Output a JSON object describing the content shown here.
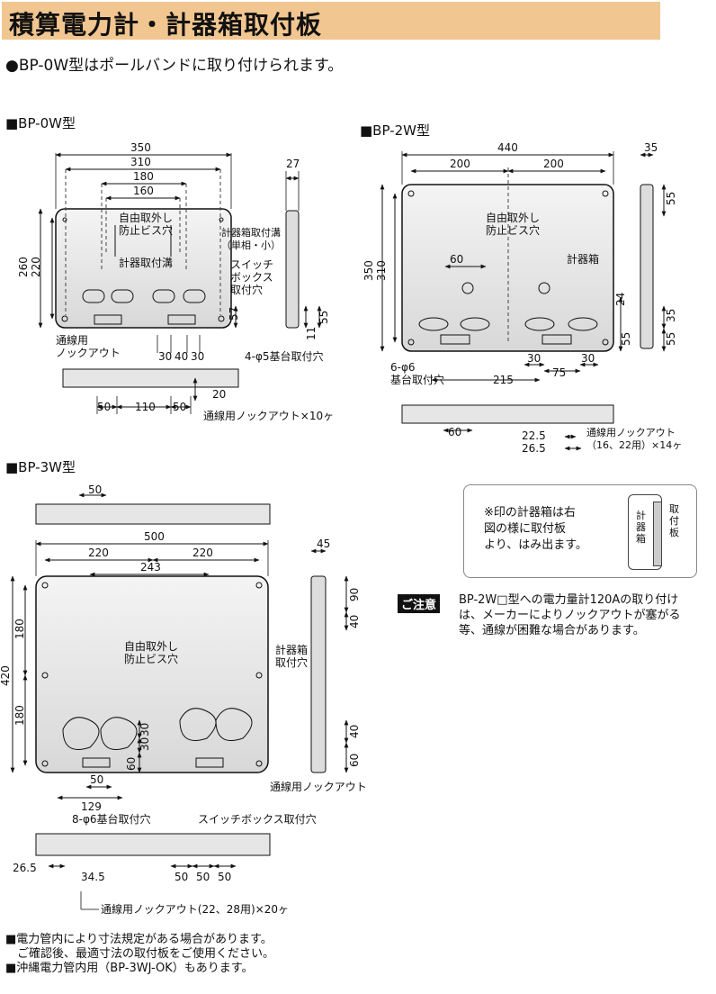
{
  "title": "積算電力計・計器箱取付板",
  "subtitle": "●BP-0W型はポールバンドに取り付けられます。",
  "models": {
    "bp0w": {
      "header": "■BP-0W型",
      "dims": {
        "w350": "350",
        "w310": "310",
        "w180": "180",
        "w160": "160",
        "d27": "27",
        "h260": "260",
        "h220": "220",
        "h57": "57",
        "d11": "11",
        "d55": "55",
        "b30a": "30",
        "b40": "40",
        "b30b": "30",
        "k50a": "50",
        "k110": "110",
        "k50b": "50",
        "k20": "20"
      },
      "labels": {
        "free_screw": "自由取外し\n防止ビス穴",
        "meter_hole": "計器箱取付溝\n（単相・小）",
        "meter_slot": "計器取付溝",
        "switch_box": "スイッチ\nボックス\n取付穴",
        "knockout": "通線用\nノックアウト",
        "base_hole": "4-φ5基台取付穴",
        "knockout10": "通線用ノックアウト×10ヶ"
      }
    },
    "bp2w": {
      "header": "■BP-2W型",
      "dims": {
        "w440": "440",
        "w200a": "200",
        "w200b": "200",
        "d35": "35",
        "h350": "350",
        "h310": "310",
        "d55a": "55",
        "k60": "60",
        "d24": "24",
        "d55b": "55",
        "d35b": "35",
        "d55c": "55",
        "b30a": "30",
        "b75": "75",
        "b30b": "30",
        "b215": "215",
        "k60b": "60",
        "k225": "22.5",
        "k265": "26.5"
      },
      "labels": {
        "free_screw": "自由取外し\n防止ビス穴",
        "meter_box": "計器箱",
        "base_hole": "6-φ6\n基台取付穴",
        "knockout14": "通線用ノックアウト\n（16、22用）×14ヶ"
      }
    },
    "bp3w": {
      "header": "■BP-3W型",
      "dims": {
        "t50": "50",
        "w500": "500",
        "w220a": "220",
        "w243": "243",
        "w220b": "220",
        "d45": "45",
        "h420": "420",
        "h180a": "180",
        "h180b": "180",
        "d90": "90",
        "d40a": "40",
        "d40b": "40",
        "d60": "60",
        "s30a": "30",
        "s30b": "30",
        "s60": "60",
        "b50": "50",
        "b129": "129",
        "k265": "26.5",
        "k345": "34.5",
        "k50a": "50",
        "k50b": "50",
        "k50c": "50"
      },
      "labels": {
        "free_screw": "自由取外し\n防止ビス穴",
        "meter_hole": "計器箱\n取付穴",
        "knockout": "通線用ノックアウト",
        "base_hole": "8-φ6基台取付穴",
        "switch_box": "スイッチボックス取付穴",
        "knockout20": "通線用ノックアウト(22、28用)×20ヶ"
      }
    }
  },
  "note": {
    "text": "※印の計器箱は右\n図の様に取付板\nより、はみ出ます。",
    "fig_meter": "計\n器\n箱",
    "fig_plate": "取\n付\n板"
  },
  "caution": {
    "badge": "ご注意",
    "text": "BP-2W□型への電力量計120Aの取り付けは、メーカーによりノックアウトが塞がる等、通線が困難な場合があります。"
  },
  "footer": {
    "line1": "■電力管内により寸法規定がある場合があります。",
    "line2": "　ご確認後、最適寸法の取付板をご使用ください。",
    "line3": "■沖縄電力管内用（BP-3WJ-OK）もあります。"
  }
}
